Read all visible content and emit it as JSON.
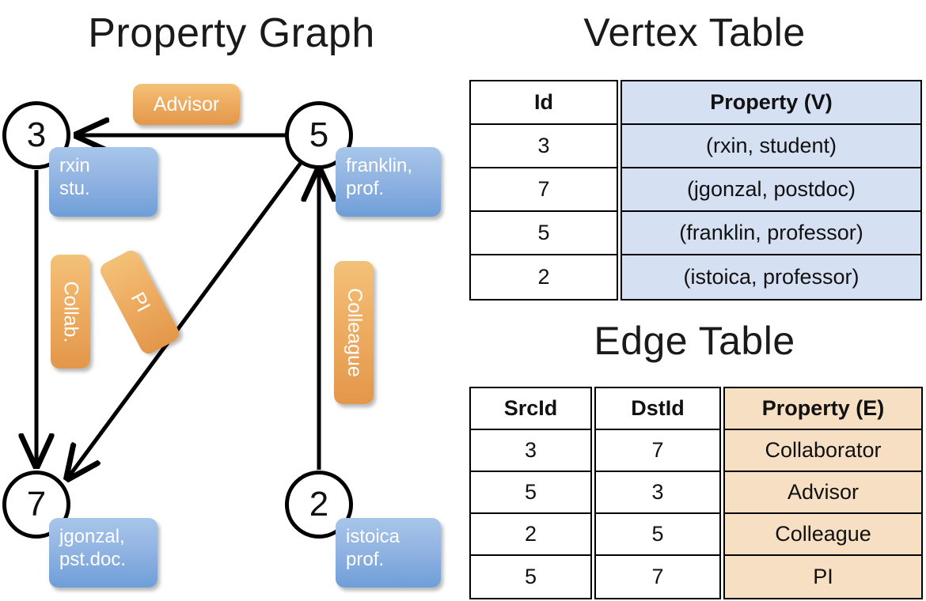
{
  "titles": {
    "property_graph": "Property Graph",
    "vertex_table": "Vertex Table",
    "edge_table": "Edge Table"
  },
  "graph": {
    "nodes": [
      {
        "id": "3",
        "prop_line1": "rxin",
        "prop_line2": "stu."
      },
      {
        "id": "5",
        "prop_line1": "franklin,",
        "prop_line2": "prof."
      },
      {
        "id": "7",
        "prop_line1": "jgonzal,",
        "prop_line2": "pst.doc."
      },
      {
        "id": "2",
        "prop_line1": "istoica",
        "prop_line2": "prof."
      }
    ],
    "edge_labels": [
      {
        "name": "advisor",
        "text": "Advisor"
      },
      {
        "name": "collab",
        "text": "Collab."
      },
      {
        "name": "pi",
        "text": "PI"
      },
      {
        "name": "colleague",
        "text": "Colleague"
      }
    ]
  },
  "vertex_table": {
    "headers": [
      "Id",
      "Property (V)"
    ],
    "rows": [
      {
        "id": "3",
        "property": "(rxin, student)"
      },
      {
        "id": "7",
        "property": "(jgonzal, postdoc)"
      },
      {
        "id": "5",
        "property": "(franklin, professor)"
      },
      {
        "id": "2",
        "property": "(istoica, professor)"
      }
    ]
  },
  "edge_table": {
    "headers": [
      "SrcId",
      "DstId",
      "Property (E)"
    ],
    "rows": [
      {
        "src": "3",
        "dst": "7",
        "property": "Collaborator"
      },
      {
        "src": "5",
        "dst": "3",
        "property": "Advisor"
      },
      {
        "src": "2",
        "dst": "5",
        "property": "Colleague"
      },
      {
        "src": "5",
        "dst": "7",
        "property": "PI"
      }
    ]
  },
  "colors": {
    "vertex_cell_fill": "#d6e0f3",
    "edge_cell_fill": "#f7dfc4",
    "node_property_blue": "#8fb3e0",
    "edge_label_orange": "#eead62",
    "stroke": "#000000"
  }
}
